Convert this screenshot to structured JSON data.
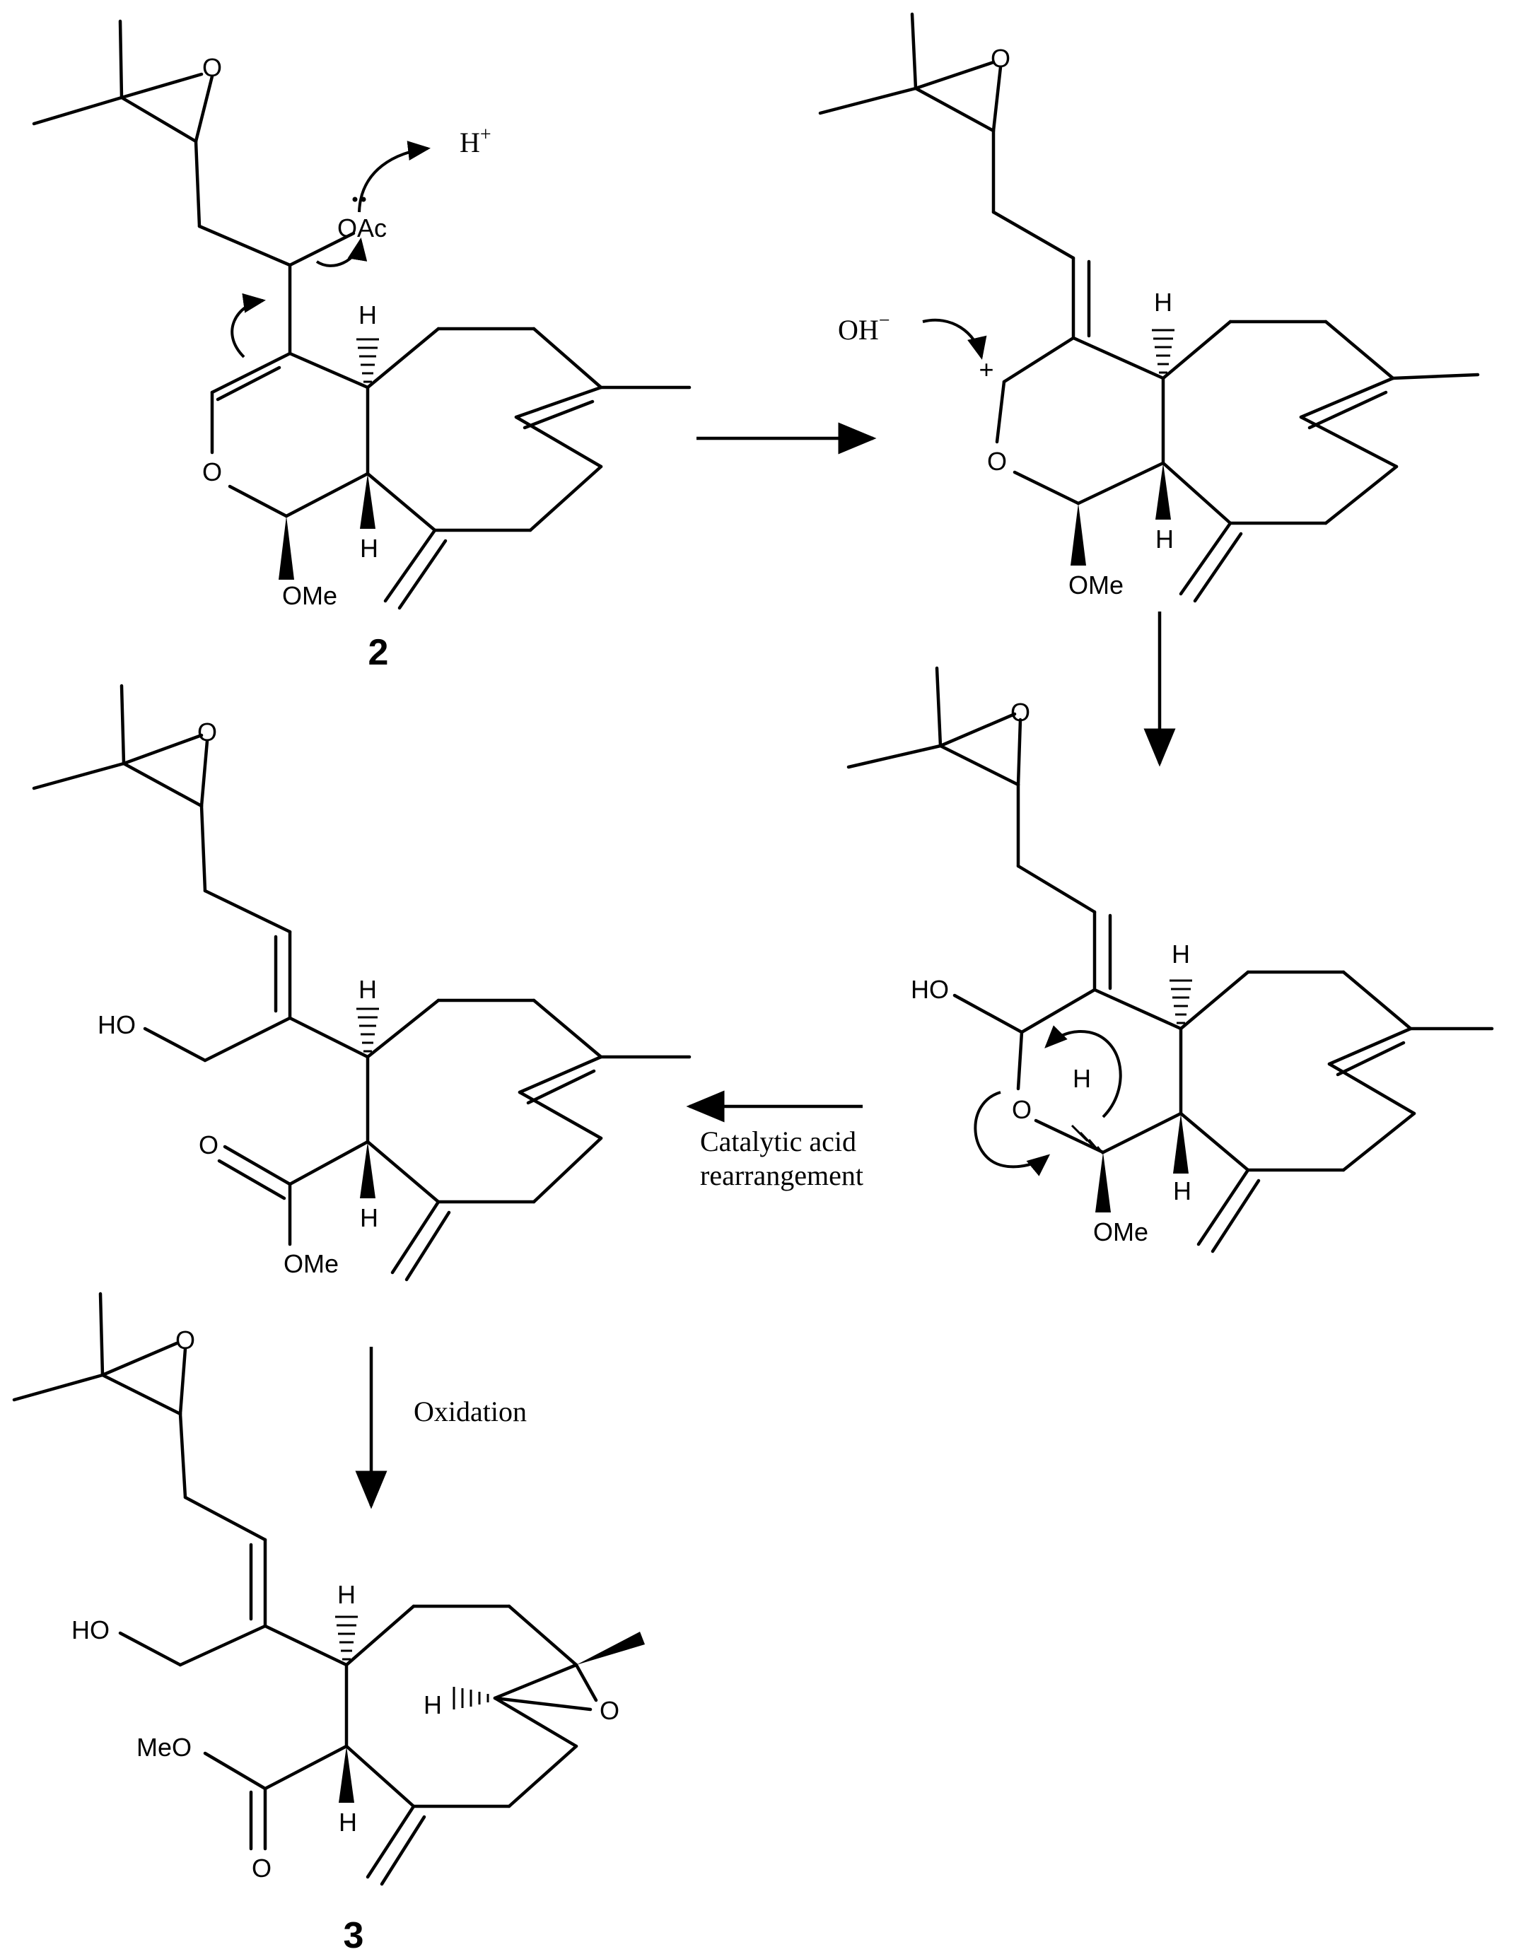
{
  "reagents": {
    "proton": "H",
    "proton_charge": "+",
    "hydroxide": "OH",
    "hydroxide_charge": "−",
    "carbocation_charge": "+",
    "catalytic_line1": "Catalytic acid",
    "catalytic_line2": "rearrangement",
    "oxidation": "Oxidation"
  },
  "compounds": {
    "start": "2",
    "product": "3"
  },
  "atoms": {
    "oxygen": "O",
    "hydrogen": "H",
    "acetate": "OAc",
    "methoxy": "OMe",
    "methoxy_ester": "MeO",
    "hydroxyl": "HO"
  }
}
